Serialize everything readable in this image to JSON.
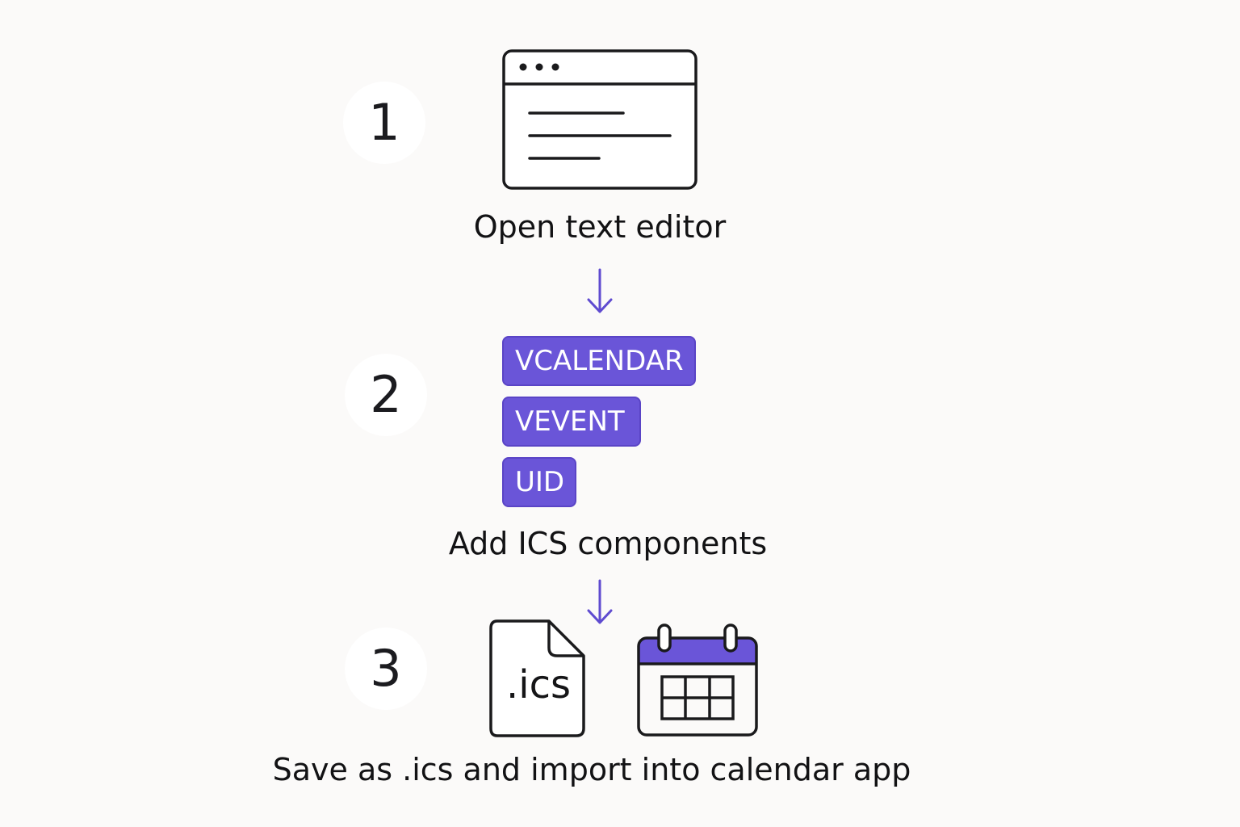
{
  "steps": [
    {
      "number": "1",
      "caption": "Open text editor"
    },
    {
      "number": "2",
      "caption": "Add ICS components"
    },
    {
      "number": "3",
      "caption": "Save as .ics and import into calendar app"
    }
  ],
  "components": [
    "VCALENDAR",
    "VEVENT",
    "UID"
  ],
  "file_icon": {
    "label": ".ics"
  },
  "icons": {
    "step1": "text-editor-window-icon",
    "step3_file": "ics-file-icon",
    "step3_calendar": "calendar-icon",
    "connector": "arrow-down-icon"
  },
  "colors": {
    "accent": "#6a55d8",
    "ink": "#1b1b1f",
    "background": "#fbfaf9"
  }
}
